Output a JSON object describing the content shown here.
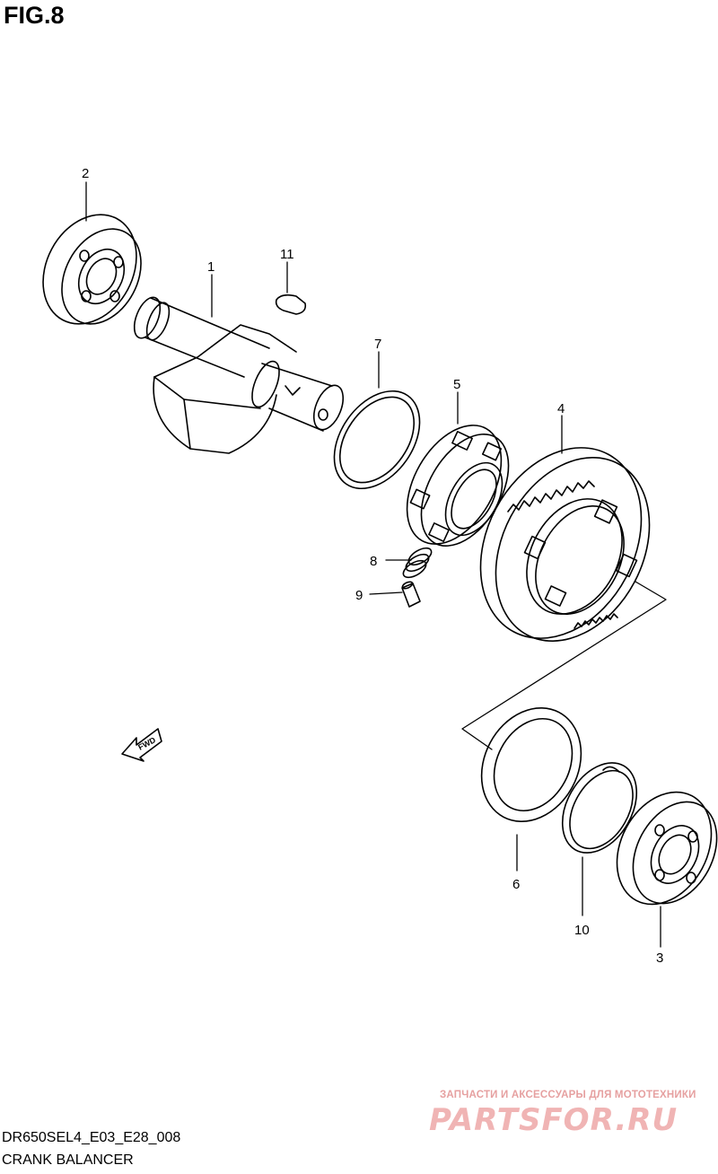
{
  "figure": {
    "title": "FIG.8",
    "model_code": "DR650SEL4_E03_E28_008",
    "section_name": "CRANK BALANCER"
  },
  "callouts": [
    "1",
    "2",
    "3",
    "4",
    "5",
    "6",
    "7",
    "8",
    "9",
    "10",
    "11"
  ],
  "fwd_label": "FWD",
  "watermark": {
    "tagline": "ЗАПЧАСТИ И АКСЕССУАРЫ ДЛЯ МОТОТЕХНИКИ",
    "logo": "PARTSFOR.RU"
  }
}
